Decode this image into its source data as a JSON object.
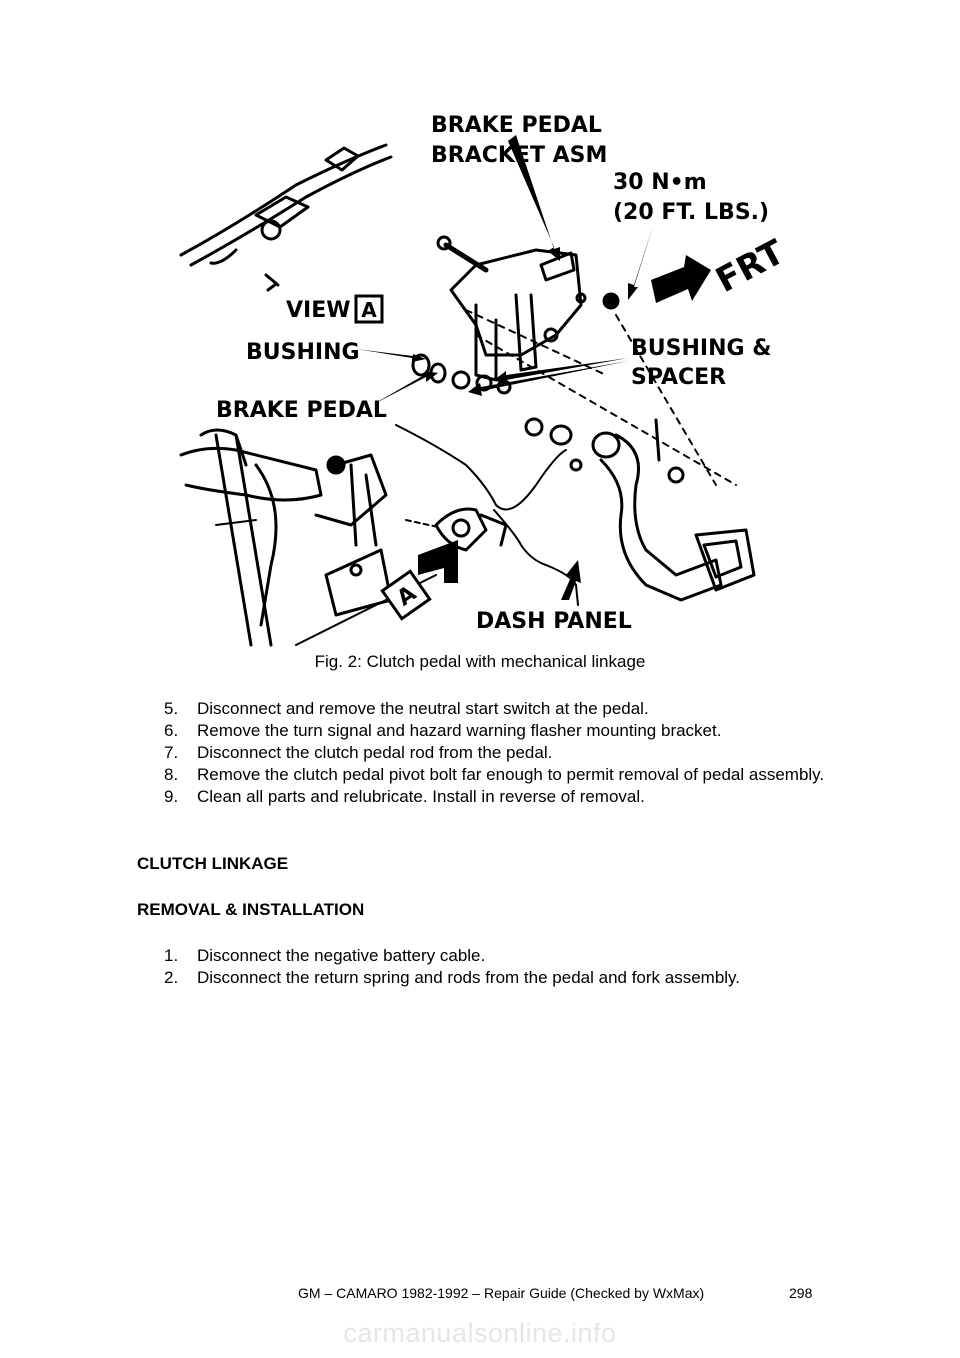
{
  "figure": {
    "labels": {
      "bracket_line1": "BRAKE PEDAL",
      "bracket_line2": "BRACKET ASM",
      "torque_line1": "30 N•m",
      "torque_line2": "(20 FT. LBS.)",
      "frt": "FRT",
      "view": "VIEW",
      "view_letter": "A",
      "bushing": "BUSHING",
      "bushing_spacer_line1": "BUSHING &",
      "bushing_spacer_line2": "SPACER",
      "brake_pedal": "BRAKE PEDAL",
      "dash_panel": "DASH PANEL",
      "arrow_letter": "A"
    }
  },
  "caption": "Fig. 2: Clutch pedal with mechanical linkage",
  "steps_a": [
    {
      "num": "5.",
      "text": "Disconnect and remove the neutral start switch at the pedal."
    },
    {
      "num": "6.",
      "text": "Remove the turn signal and hazard warning flasher mounting bracket."
    },
    {
      "num": "7.",
      "text": "Disconnect the clutch pedal rod from the pedal."
    },
    {
      "num": "8.",
      "text": "Remove the clutch pedal pivot bolt far enough to permit removal of pedal assembly."
    },
    {
      "num": "9.",
      "text": "Clean all parts and relubricate. Install in reverse of removal."
    }
  ],
  "heading_1": "CLUTCH LINKAGE",
  "heading_2": "REMOVAL & INSTALLATION",
  "steps_b": [
    {
      "num": "1.",
      "text": "Disconnect the negative battery cable."
    },
    {
      "num": "2.",
      "text": "Disconnect the return spring and rods from the pedal and fork assembly."
    }
  ],
  "footer": {
    "title": "GM – CAMARO 1982-1992 – Repair Guide (Checked by WxMax)",
    "page_number": "298"
  },
  "watermark": "carmanualsonline.info"
}
